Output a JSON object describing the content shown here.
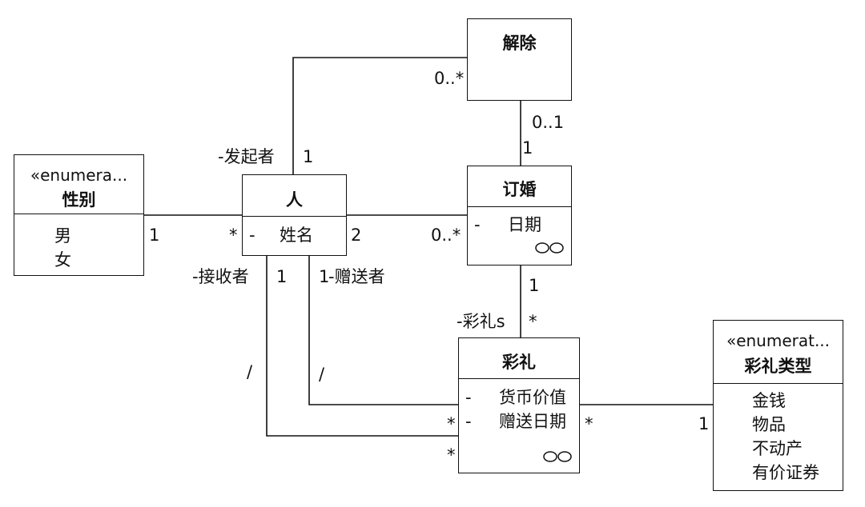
{
  "classes": {
    "jiechu": {
      "name": "解除"
    },
    "xingbie": {
      "stereotype": "«enumera...",
      "name": "性别",
      "literals": [
        "男",
        "女"
      ]
    },
    "ren": {
      "name": "人",
      "attributes": [
        {
          "vis": "-",
          "name": "姓名"
        }
      ]
    },
    "dinghun": {
      "name": "订婚",
      "attributes": [
        {
          "vis": "-",
          "name": "日期"
        }
      ],
      "icon": "link-icon"
    },
    "caili": {
      "name": "彩礼",
      "attributes": [
        {
          "vis": "-",
          "name": "货币价值"
        },
        {
          "vis": "-",
          "name": "赠送日期"
        }
      ],
      "icon": "link-icon"
    },
    "cailileixing": {
      "stereotype": "«enumerat...",
      "name": "彩礼类型",
      "literals": [
        "金钱",
        "物品",
        "不动产",
        "有价证券"
      ]
    }
  },
  "associations": {
    "ren_jiechu": {
      "role": "-发起者",
      "ren_mult": "1",
      "jiechu_mult": "0..*"
    },
    "jiechu_dinghun": {
      "jiechu_mult": "0..1",
      "dinghun_mult": "1"
    },
    "xingbie_ren": {
      "xingbie_mult": "1",
      "ren_mult": "*"
    },
    "ren_dinghun": {
      "ren_mult": "2",
      "dinghun_mult": "0..*"
    },
    "dinghun_caili": {
      "dinghun_mult": "1",
      "role": "-彩礼s",
      "caili_mult": "*"
    },
    "receiver": {
      "role": "-接收者",
      "ren_mult": "1",
      "caili_mult": "*",
      "derived": "/"
    },
    "giver": {
      "role": "-赠送者",
      "ren_mult": "1",
      "caili_mult": "*",
      "derived": "/"
    },
    "caili_type": {
      "caili_mult": "*",
      "type_mult": "1"
    }
  },
  "colors": {
    "line": "#111111",
    "fill": "#ffffff"
  }
}
